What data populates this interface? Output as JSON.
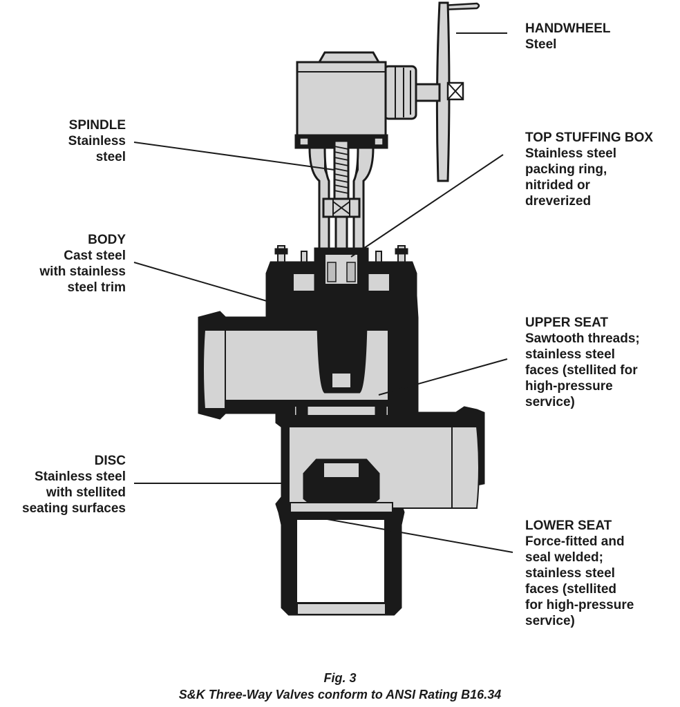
{
  "labels": {
    "handwheel": {
      "title": "HANDWHEEL",
      "lines": [
        "Steel"
      ]
    },
    "spindle": {
      "title": "SPINDLE",
      "lines": [
        "Stainless",
        "steel"
      ]
    },
    "top_stuffing_box": {
      "title": "TOP STUFFING BOX",
      "lines": [
        "Stainless steel",
        "packing ring,",
        "nitrided or",
        "dreverized"
      ]
    },
    "body": {
      "title": "BODY",
      "lines": [
        "Cast steel",
        "with stainless",
        "steel trim"
      ]
    },
    "upper_seat": {
      "title": "UPPER SEAT",
      "lines": [
        "Sawtooth threads;",
        "stainless steel",
        "faces (stellited for",
        "high-pressure",
        "service)"
      ]
    },
    "disc": {
      "title": "DISC",
      "lines": [
        "Stainless steel",
        "with stellited",
        "seating surfaces"
      ]
    },
    "lower_seat": {
      "title": "LOWER SEAT",
      "lines": [
        "Force-fitted and",
        "seal welded;",
        "stainless steel",
        "faces (stellited",
        "for high-pressure",
        "service)"
      ]
    }
  },
  "caption": {
    "fig": "Fig. 3",
    "text": "S&K Three-Way Valves conform to ANSI Rating B16.34"
  },
  "colors": {
    "ink": "#1a1a1a",
    "fill_light": "#d4d4d4",
    "fill_mid": "#bdbdbd",
    "background": "#ffffff"
  }
}
